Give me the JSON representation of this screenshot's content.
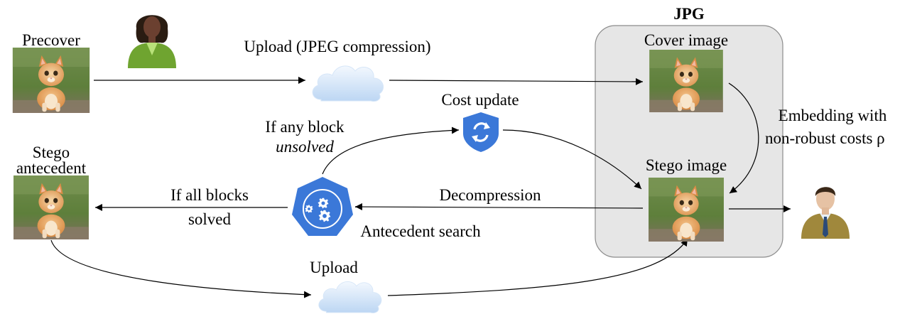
{
  "jpg_group_title": "JPG",
  "labels": {
    "precover": "Precover",
    "stego_antecedent_line1": "Stego",
    "stego_antecedent_line2": "antecedent",
    "cover_image": "Cover image",
    "stego_image": "Stego image",
    "upload_jpeg": "Upload (JPEG compression)",
    "cost_update": "Cost update",
    "if_any_block_line1": "If any block",
    "if_any_block_line2": "unsolved",
    "embedding_line1": "Embedding with",
    "embedding_line2": "non-robust costs ρ",
    "if_all_blocks_line1": "If all blocks",
    "if_all_blocks_line2": "solved",
    "decompression": "Decompression",
    "antecedent_search": "Antecedent search",
    "upload": "Upload"
  },
  "icons": {
    "sender": "person-female-icon",
    "receiver": "person-male-icon",
    "cloud": "cloud-icon",
    "cost_update": "shield-refresh-icon",
    "search": "heptagon-gears-icon",
    "image": "kitten-photo-thumbnail"
  },
  "colors": {
    "jpg_box_fill": "#e6e6e6",
    "jpg_box_stroke": "#8c8c8c",
    "cloud_light": "#eaf3fd",
    "cloud_dark": "#bcd6f3",
    "badge_blue": "#3b78d8",
    "arrow": "#000000"
  }
}
